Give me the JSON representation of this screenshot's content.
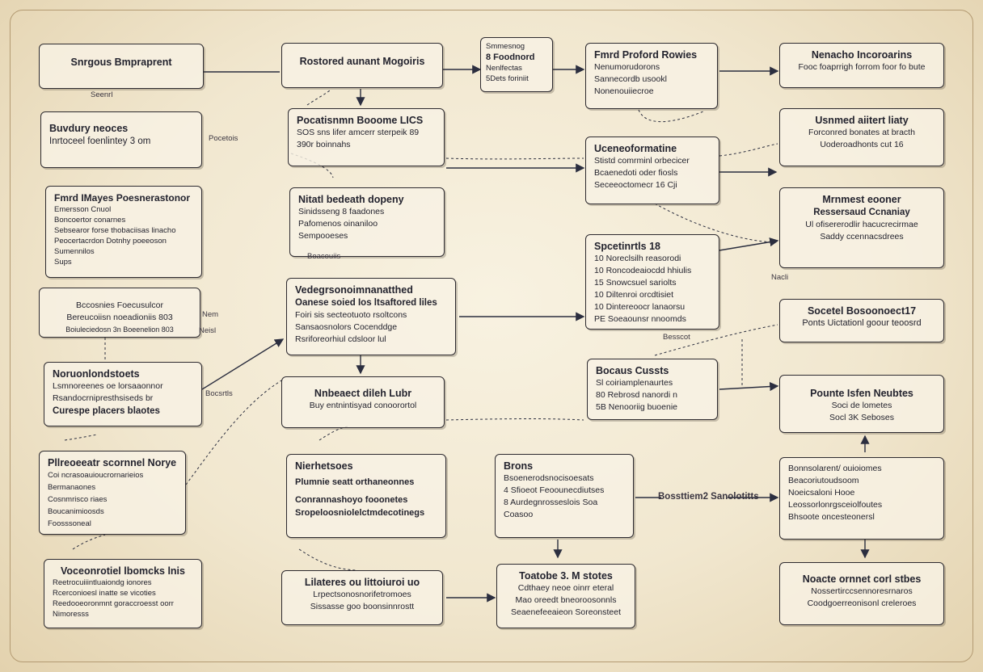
{
  "boxes": [
    {
      "title": "Snrgous Bmpraprent",
      "lines": []
    },
    {
      "title": "Rostored aunant Mogoiris",
      "lines": []
    },
    {
      "title": "Smmesnog",
      "lines": [
        "8 Foodnord",
        "Nenlfectas",
        "5Dets foriniit"
      ]
    },
    {
      "title": "Fmrd Proford Rowies",
      "lines": [
        "Nenumorudorons",
        "Sannecordb usookl",
        "Nonenouiiecroe"
      ]
    },
    {
      "title": "Nenacho Incoroarins",
      "lines": [
        "Fooc foaprrigh forrom foor fo bute"
      ]
    },
    {
      "title": "Buvdury neoces",
      "lines": [
        "Inrtoceel foenlintey 3 om"
      ]
    },
    {
      "title": "Pocatisnmn Booome LICS",
      "lines": [
        "SOS sns lifer amcerr sterpeik 89",
        "390r boinnahs"
      ]
    },
    {
      "title": "Uceneoformatine",
      "lines": [
        "Stistd comrminl orbecicer",
        "Bcaenedoti oder fiosls",
        "Seceeoctomecr 16 Cji"
      ]
    },
    {
      "title": "Usnmed aiitert liaty",
      "lines": [
        "Forconred bonates at bracth",
        "Uoderoadhonts cut 16"
      ]
    },
    {
      "title": "Fmrd IMayes Poesnerastonor",
      "lines": [
        "Emersson Cnuol",
        "Boncoertor conarnes",
        "Sebsearor forse thobaciisas linacho",
        "Peocertacrdon Dotnhy poeeoson",
        "Sumennilos",
        "Sups"
      ]
    },
    {
      "title": "Nitatl bedeath dopeny",
      "lines": [
        "Sinidsseng 8 faadones",
        "Pafomenos oinaniloo",
        "Sempooeses"
      ]
    },
    {
      "title": "Mrnmest eooner",
      "lines": [
        "Ressersaud Ccnaniay",
        "Ul ofisererodlir hacucrecirmae",
        "Saddy ccennacsdrees"
      ]
    },
    {
      "title": "Bccosnies Foecusulcor",
      "lines": [
        "Bereucoiisn noeadioniis 803",
        "Boiuleciedosn 3n Boeenelion 803"
      ]
    },
    {
      "title": "Spcetinrtls 18",
      "lines": [
        "10 Noreclsilh reasorodi",
        "10 Roncodeaiocdd hhiulis",
        "15 Snowcsuel sariolts",
        "10 Diltenroi orcdtisiet",
        "10 Dintereoocr lanaorsu",
        "PE Soeaounsr nnoomds"
      ]
    },
    {
      "title": "Vedegrsonoimnanatthed",
      "lines": [
        "Oanese soied Ios ltsaftored liles",
        "Foiri sis secteotuoto rsoltcons",
        "Sansaosnolors Cocenddge",
        "Rsriforeorhiul cdsloor lul"
      ]
    },
    {
      "title": "Socetel Bosoonoect17",
      "lines": [
        "Ponts Uictationl goour teoosrd"
      ]
    },
    {
      "title": "Noruonlondstoets",
      "lines": [
        "Lsmnoreenes oe lorsaaonnor",
        "Rsandocrnipresthsiseds br",
        "Curespe placers blaotes"
      ]
    },
    {
      "title": "Bocaus Cussts",
      "lines": [
        "Sl coiriamplenaurtes",
        "80 Rebrosd nanordi n",
        "5B Nenooriig buoenie"
      ]
    },
    {
      "title": "Nnbeaect dileh Lubr",
      "lines": [
        "Buy entnintisyad conoorortol"
      ]
    },
    {
      "title": "Pounte Isfen Neubtes",
      "lines": [
        "Soci de lometes",
        "Socl 3K Seboses"
      ]
    },
    {
      "title": "Pllreoeeatr scornnel Norye",
      "lines": [
        "Coi ncrasoauioucrornarieios",
        "Bermanaones",
        "Cosnmrisco riaes",
        "Boucanimioosds",
        "Foosssoneal"
      ]
    },
    {
      "title": "Nierhetsoes",
      "lines": [
        "Plumnie seatt orthaneonnes",
        "Conrannashoyo fooonetes",
        "Sropeloosniolelctmdecotinegs"
      ]
    },
    {
      "title": "Brons",
      "lines": [
        "Bsoenerodsnocisoesats",
        "4 Sfioeot Feoounecdiutses",
        "8 Aurdegnrosseslois Soa",
        "Coasoo"
      ]
    },
    {
      "title": "Bonnsolarent/ ouioiomes",
      "lines": [
        "Beacoriutoudsoom",
        "Noeicsaloni Hooe",
        "Leossorlonrgsceiolfoutes",
        "Bhsoote oncesteonersl"
      ]
    },
    {
      "title": "Voceonrotiel lbomcks lnis",
      "lines": [
        "Reetrocuiiintluaiondg ionores",
        "Rcerconioesl inatte se vicoties",
        "Reedooeoronmnt goraccroesst oorr",
        "Nimoresss"
      ]
    },
    {
      "title": "Lilateres ou littoiuroi uo",
      "lines": [
        "Lrpectsonosnorifetromoes",
        "Sissasse goo boonsinnrostt"
      ]
    },
    {
      "title": "Toatobe 3. M stotes",
      "lines": [
        "Cdthaey neoe oinrr eteral",
        "Mao oreedt bneoroosonnls",
        "Seaenefeeaieon Soreonsteet"
      ]
    },
    {
      "title": "Noacte ornnet corl stbes",
      "lines": [
        "Nossertirccsennoresrnaros",
        "Coodgoerreonisonl creleroes"
      ]
    }
  ],
  "labels": [
    "Seenrl",
    "Pocetois",
    "Bocsrtls",
    "Nem",
    "Neisl",
    "Besscot",
    "Bossttiem2 Sanolotitts",
    "Nacli",
    "Boacouiis"
  ]
}
